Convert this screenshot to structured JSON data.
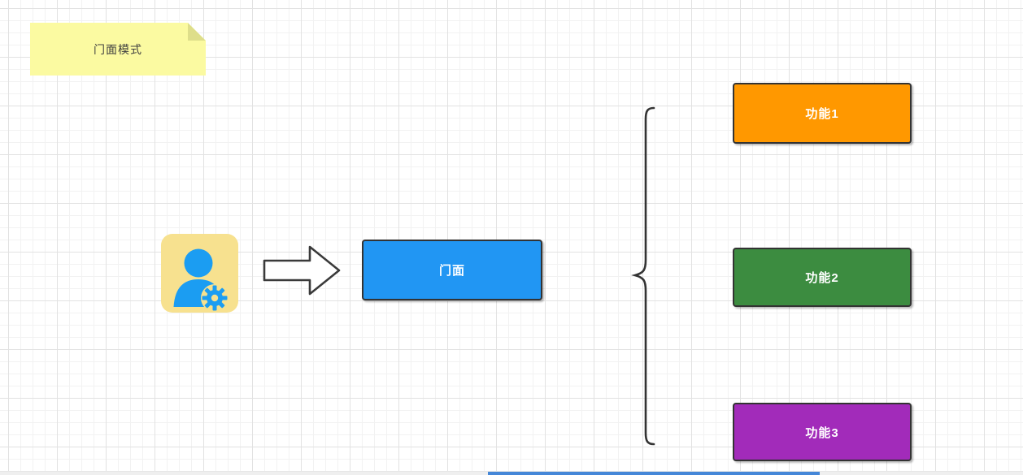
{
  "canvas": {
    "background": "#ffffff",
    "grid_minor_color": "#f2f2f2",
    "grid_major_color": "#e2e2e2"
  },
  "note": {
    "text": "门面模式",
    "fill": "#fbfaa1",
    "fold_color": "#dede8a",
    "text_color": "#3f3f3f"
  },
  "client": {
    "icon": "user-gear-icon",
    "card_fill": "#f7e18f",
    "figure_color": "#1b9df2"
  },
  "arrow": {
    "direction": "right",
    "fill": "#ffffff",
    "stroke": "#3a3a3a"
  },
  "facade": {
    "label": "门面",
    "fill": "#2196f3",
    "text_color": "#ffffff",
    "border_color": "#333333"
  },
  "brace": {
    "glyph": "{",
    "stroke": "#333333"
  },
  "functions": [
    {
      "label": "功能1",
      "fill": "#ff9800"
    },
    {
      "label": "功能2",
      "fill": "#3c8c40"
    },
    {
      "label": "功能3",
      "fill": "#a22bba"
    }
  ],
  "scrollbar": {
    "track_color": "#efefef",
    "thumb_color": "#4587d8"
  }
}
